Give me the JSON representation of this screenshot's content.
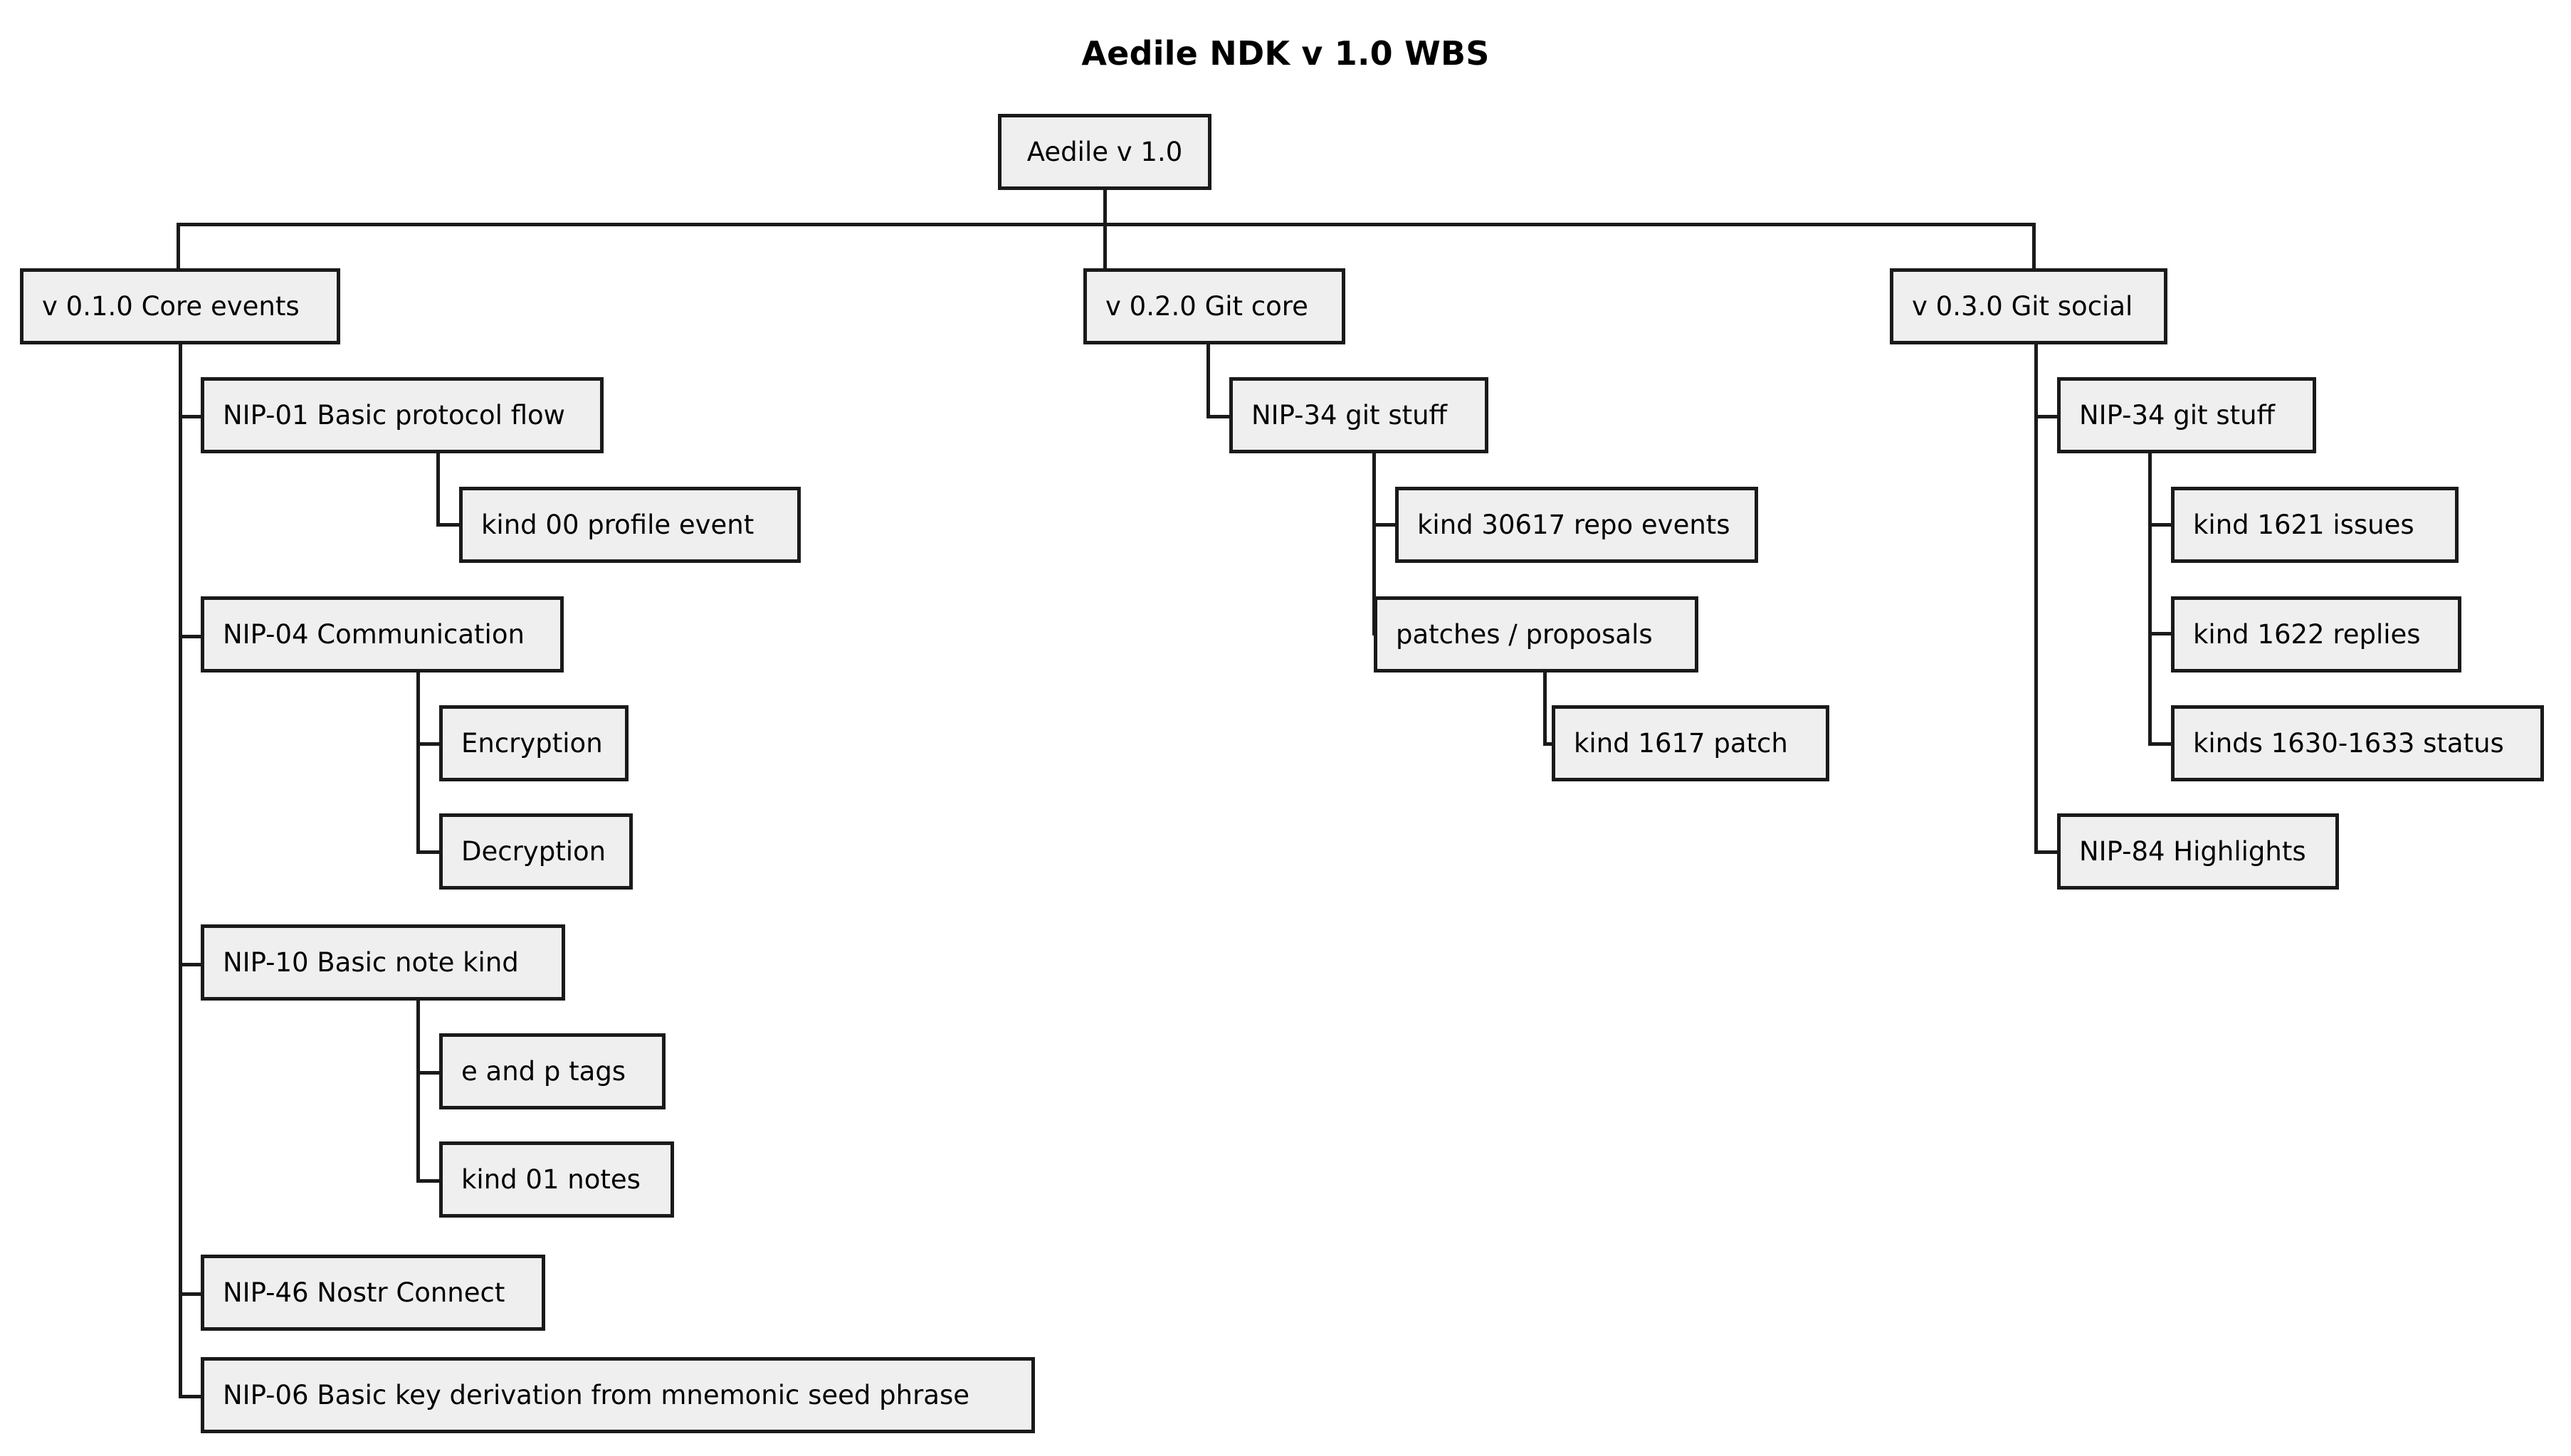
{
  "diagram": {
    "title": "Aedile NDK v 1.0 WBS",
    "type": "work-breakdown-structure",
    "root": {
      "label": "Aedile v 1.0",
      "children": [
        {
          "label": "v 0.1.0 Core events",
          "children": [
            {
              "label": "NIP-01 Basic protocol flow",
              "children": [
                {
                  "label": "kind 00 profile event",
                  "children": []
                }
              ]
            },
            {
              "label": "NIP-04 Communication",
              "children": [
                {
                  "label": "Encryption",
                  "children": []
                },
                {
                  "label": "Decryption",
                  "children": []
                }
              ]
            },
            {
              "label": "NIP-10 Basic note kind",
              "children": [
                {
                  "label": "e and p tags",
                  "children": []
                },
                {
                  "label": "kind 01 notes",
                  "children": []
                }
              ]
            },
            {
              "label": "NIP-46 Nostr Connect",
              "children": []
            },
            {
              "label": "NIP-06 Basic key derivation from mnemonic seed phrase",
              "children": []
            }
          ]
        },
        {
          "label": "v 0.2.0 Git core",
          "children": [
            {
              "label": "NIP-34 git stuff",
              "children": [
                {
                  "label": "kind 30617 repo events",
                  "children": []
                },
                {
                  "label": "patches / proposals",
                  "children": [
                    {
                      "label": "kind 1617 patch",
                      "children": []
                    }
                  ]
                }
              ]
            }
          ]
        },
        {
          "label": "v 0.3.0 Git social",
          "children": [
            {
              "label": "NIP-34 git stuff",
              "children": [
                {
                  "label": "kind 1621 issues",
                  "children": []
                },
                {
                  "label": "kind 1622 replies",
                  "children": []
                },
                {
                  "label": "kinds 1630-1633 status",
                  "children": []
                }
              ]
            },
            {
              "label": "NIP-84 Highlights",
              "children": []
            }
          ]
        }
      ]
    }
  },
  "nodes": {
    "root": {
      "label": "Aedile v 1.0"
    },
    "v010": {
      "label": "v 0.1.0 Core events"
    },
    "v020": {
      "label": "v 0.2.0 Git core"
    },
    "v030": {
      "label": "v 0.3.0 Git social"
    },
    "nip01": {
      "label": "NIP-01 Basic protocol flow"
    },
    "kind00": {
      "label": "kind 00 profile event"
    },
    "nip04": {
      "label": "NIP-04 Communication"
    },
    "encryption": {
      "label": "Encryption"
    },
    "decryption": {
      "label": "Decryption"
    },
    "nip10": {
      "label": "NIP-10 Basic note kind"
    },
    "eptags": {
      "label": "e and p tags"
    },
    "kind01": {
      "label": "kind 01 notes"
    },
    "nip46": {
      "label": "NIP-46 Nostr Connect"
    },
    "nip06": {
      "label": "NIP-06 Basic key derivation from mnemonic seed phrase"
    },
    "nip34git": {
      "label": "NIP-34 git stuff"
    },
    "kind30617": {
      "label": "kind 30617 repo events"
    },
    "patches": {
      "label": "patches / proposals"
    },
    "kind1617": {
      "label": "kind 1617 patch"
    },
    "nip34social": {
      "label": "NIP-34 git stuff"
    },
    "kind1621": {
      "label": "kind 1621 issues"
    },
    "kind1622": {
      "label": "kind 1622 replies"
    },
    "kinds1630": {
      "label": "kinds 1630-1633 status"
    },
    "nip84": {
      "label": "NIP-84 Highlights"
    }
  },
  "colors": {
    "node_fill": "#efefef",
    "node_border": "#1a1a1a",
    "connector": "#1a1a1a",
    "text": "#000000",
    "background": "#ffffff"
  }
}
